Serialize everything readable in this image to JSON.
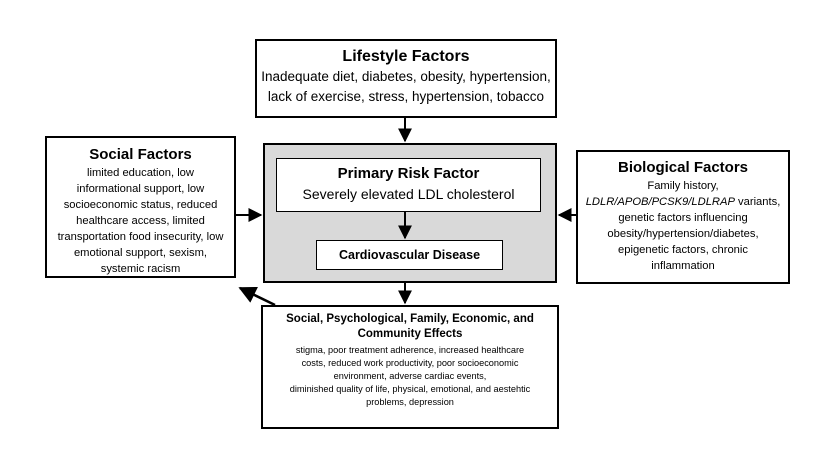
{
  "lifestyle": {
    "title": "Lifestyle Factors",
    "lines": [
      "Inadequate diet, diabetes, obesity, hypertension,",
      "lack of exercise, stress, hypertension, tobacco"
    ]
  },
  "social": {
    "title": "Social Factors",
    "lines": [
      "limited education, low",
      "informational support, low",
      "socioeconomic status, reduced",
      "healthcare access, limited",
      "transportation food insecurity, low",
      "emotional support, sexism,",
      "systemic racism"
    ]
  },
  "biological": {
    "title": "Biological Factors",
    "line1": "Family history,",
    "variants_genes": "LDLR/APOB/PCSK9/LDLRAP",
    "variants_suffix": " variants,",
    "lines": [
      "genetic factors influencing",
      "obesity/hypertension/diabetes,",
      "epigenetic factors, chronic",
      "inflammation"
    ]
  },
  "primary": {
    "title": "Primary Risk Factor",
    "subtitle": "Severely elevated LDL cholesterol"
  },
  "outcome": {
    "title": "Cardiovascular Disease"
  },
  "effects": {
    "title_line1": "Social, Psychological, Family, Economic, and",
    "title_line2": "Community Effects",
    "lines": [
      "stigma, poor treatment adherence, increased healthcare",
      "costs, reduced work productivity, poor socioeconomic",
      "environment, adverse cardiac events,",
      "diminished quality of life, physical, emotional, and aestehtic",
      "problems, depression"
    ]
  },
  "colors": {
    "panel": "#d9d9d9",
    "stroke": "#000000"
  }
}
